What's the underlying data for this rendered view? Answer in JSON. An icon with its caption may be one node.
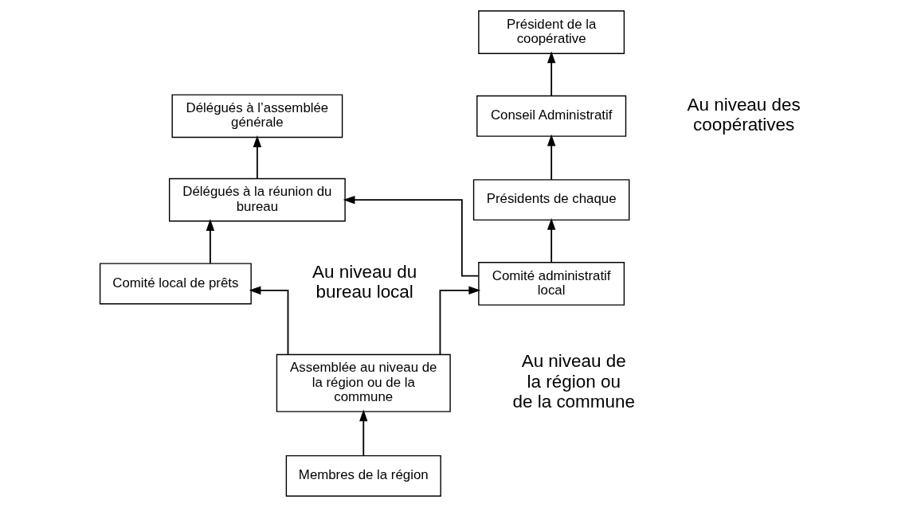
{
  "diagram": {
    "nodes": [
      {
        "text": [
          "Délégués à l’assemblée générale"
        ]
      },
      {
        "text": [
          "Délégués à la réunion du bureau"
        ]
      },
      {
        "text": [
          "Comité local de prêts"
        ]
      },
      {
        "text": [
          "Comité administratif local"
        ]
      },
      {
        "text": [
          "Président de la coopérative"
        ]
      },
      {
        "text": [
          "Conseil Administratif"
        ]
      },
      {
        "text": [
          "Présidents de chaque"
        ]
      },
      {
        "text": [
          "Assemblée au niveau de la région ou de la commune"
        ]
      },
      {
        "text": [
          "Membres de la région"
        ]
      }
    ],
    "edges": [
      {
        "from": 8,
        "to": 7,
        "arrow": "to"
      },
      {
        "from": 7,
        "to": 2,
        "arrow": "to"
      },
      {
        "from": 7,
        "to": 3,
        "arrow": "to"
      },
      {
        "from": 2,
        "to": 1,
        "arrow": "to"
      },
      {
        "from": 3,
        "to": 1,
        "arrow": "to"
      },
      {
        "from": 1,
        "to": 0,
        "arrow": "to"
      },
      {
        "from": 3,
        "to": 6,
        "arrow": "to"
      },
      {
        "from": 6,
        "to": 5,
        "arrow": "to"
      },
      {
        "from": 5,
        "to": 4,
        "arrow": "to"
      }
    ],
    "labels": [
      "Au niveau du bureau local",
      "Au niveau des coopératives",
      "Au niveau de la région ou de la commune"
    ]
  }
}
